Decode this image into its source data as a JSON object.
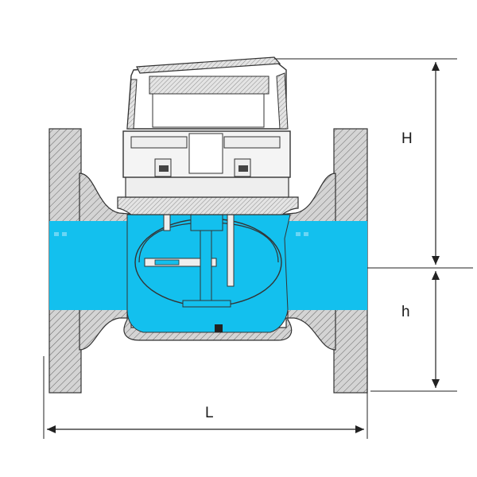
{
  "drawing": {
    "type": "technical-section-drawing",
    "subject": "water-meter-cross-section",
    "colors": {
      "water": "#13c0ee",
      "body_fill": "#c9c9c9",
      "hatch": "#555555",
      "line": "#333333",
      "mechanism_fill": "#eeeeee",
      "dimension_line": "#222222"
    },
    "dimensions": {
      "height_upper": {
        "label": "H"
      },
      "height_lower": {
        "label": "h"
      },
      "length": {
        "label": "L"
      }
    }
  }
}
